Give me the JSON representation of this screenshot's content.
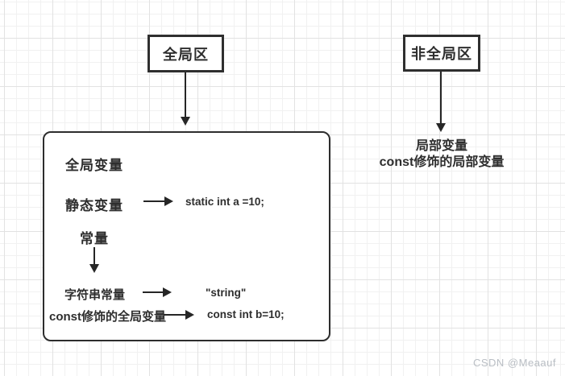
{
  "colors": {
    "stroke": "#2d2d2d",
    "text": "#2e2e2e",
    "grid_minor": "#f1f1f1",
    "grid_major": "#e2e2e2",
    "watermark": "#b9bec4"
  },
  "nodes": {
    "global_area": {
      "label": "全局区"
    },
    "non_global_area": {
      "label": "非全局区"
    }
  },
  "global_panel": {
    "global_var_label": "全局变量",
    "static_var_label": "静态变量",
    "static_var_code": "static int a =10;",
    "constant_label": "常量",
    "string_const_label": "字符串常量",
    "string_const_code": "\"string\"",
    "const_global_label": "const修饰的全局变量",
    "const_global_code": "const int b=10;"
  },
  "non_global_group": {
    "line1": "局部变量",
    "line2": "const修饰的局部变量"
  },
  "watermark": "CSDN @Meaauf"
}
